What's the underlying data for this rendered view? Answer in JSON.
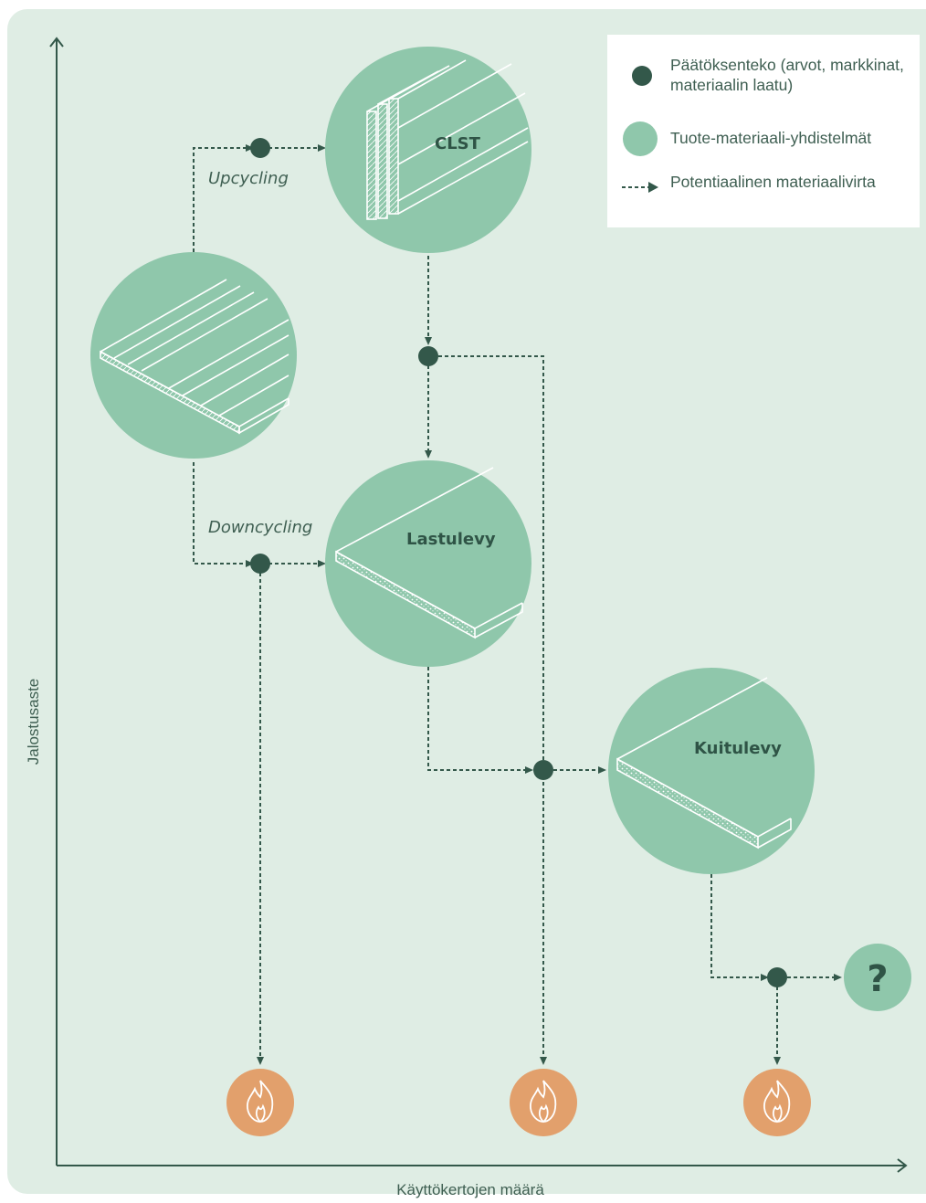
{
  "legend": {
    "decision": "Päätöksenteko (arvot, markkinat, materiaalin laatu)",
    "products": "Tuote-materiaali-yhdistelmät",
    "flow": "Potentiaalinen materiaalivirta"
  },
  "labels": {
    "upcycling": "Upcycling",
    "downcycling": "Downcycling"
  },
  "nodes": {
    "clst": "CLST",
    "lastulevy": "Lastulevy",
    "kuitulevy": "Kuitulevy",
    "unknown": "?"
  },
  "axes": {
    "x": "Käyttökertojen määrä",
    "y": "Jalostusaste"
  },
  "colors": {
    "background": "#dfede4",
    "product_circle": "#8fc7ab",
    "decision_dot": "#33584a",
    "flow_line": "#33584a",
    "burn_circle": "#e2a06c",
    "axis": "#33584a"
  },
  "icons": [
    "fire-icon",
    "board-icon",
    "clt-icon",
    "particleboard-icon",
    "fiberboard-icon"
  ]
}
